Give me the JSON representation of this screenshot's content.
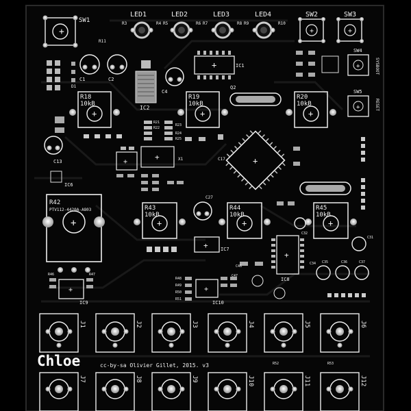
{
  "board": {
    "name": "Chloe",
    "credit": "cc-by-sa Olivier Gillet, 2015. v3",
    "colors": {
      "background": "#050505",
      "silk": "#f0f0f0",
      "copper": "#1a1a1a",
      "pad": "#d8d8d8"
    }
  },
  "switches": [
    {
      "id": "sw1",
      "label": "SW1"
    },
    {
      "id": "sw2",
      "label": "SW2"
    },
    {
      "id": "sw3",
      "label": "SW3"
    },
    {
      "id": "sw4",
      "label": "SW4"
    },
    {
      "id": "sw5",
      "label": "SW5"
    }
  ],
  "switch_side_labels": {
    "sysboot": "SYSBOOT",
    "reset": "RESET"
  },
  "leds": [
    {
      "id": "led1",
      "label": "LED1"
    },
    {
      "id": "led2",
      "label": "LED2"
    },
    {
      "id": "led3",
      "label": "LED3"
    },
    {
      "id": "led4",
      "label": "LED4"
    }
  ],
  "pots": [
    {
      "id": "r18",
      "label": "R18",
      "value": "10kB"
    },
    {
      "id": "r19",
      "label": "R19",
      "value": "10kB"
    },
    {
      "id": "r20",
      "label": "R20",
      "value": "10kB"
    },
    {
      "id": "r43",
      "label": "R43",
      "value": "10kB"
    },
    {
      "id": "r44",
      "label": "R44",
      "value": "10kB"
    },
    {
      "id": "r45",
      "label": "R45",
      "value": "10kB"
    }
  ],
  "big_pot": {
    "label": "R42",
    "part": "PTV112-4420A-A803"
  },
  "ics": [
    {
      "id": "ic1",
      "label": "IC1"
    },
    {
      "id": "ic2",
      "label": "IC2"
    },
    {
      "id": "ic6",
      "label": "IC6"
    },
    {
      "id": "ic7",
      "label": "IC7"
    },
    {
      "id": "ic8",
      "label": "IC8"
    },
    {
      "id": "ic9",
      "label": "IC9"
    },
    {
      "id": "ic10",
      "label": "IC10"
    }
  ],
  "jacks": [
    {
      "id": "j1",
      "label": "J1"
    },
    {
      "id": "j2",
      "label": "J2"
    },
    {
      "id": "j3",
      "label": "J3"
    },
    {
      "id": "j4",
      "label": "J4"
    },
    {
      "id": "j5",
      "label": "J5"
    },
    {
      "id": "j6",
      "label": "J6"
    },
    {
      "id": "j7",
      "label": "J7"
    },
    {
      "id": "j8",
      "label": "J8"
    },
    {
      "id": "j9",
      "label": "J9"
    },
    {
      "id": "j10",
      "label": "J10"
    },
    {
      "id": "j11",
      "label": "J11"
    },
    {
      "id": "j12",
      "label": "J12"
    }
  ],
  "small_labels": {
    "c1": "C1",
    "c2": "C2",
    "c4": "C4",
    "c13": "C13",
    "c17": "C17",
    "c27": "C27",
    "c31": "C31",
    "c32": "C32",
    "c34": "C34",
    "c35": "C35",
    "c36": "C36",
    "c37": "C37",
    "c46": "C46",
    "c47": "C47",
    "d1": "D1",
    "q2": "Q2",
    "x1": "X1",
    "r3": "R3",
    "r4": "R4",
    "r5": "R5",
    "r6": "R6",
    "r7": "R7",
    "r8": "R8",
    "r9": "R9",
    "r10": "R10",
    "r11": "R11",
    "r21": "R21",
    "r22": "R22",
    "r23": "R23",
    "r24": "R24",
    "r25": "R25",
    "r46": "R46",
    "r47": "R47",
    "r48": "R48",
    "r49": "R49",
    "r50": "R50",
    "r51": "R51",
    "r52": "R52",
    "r53": "R53"
  }
}
